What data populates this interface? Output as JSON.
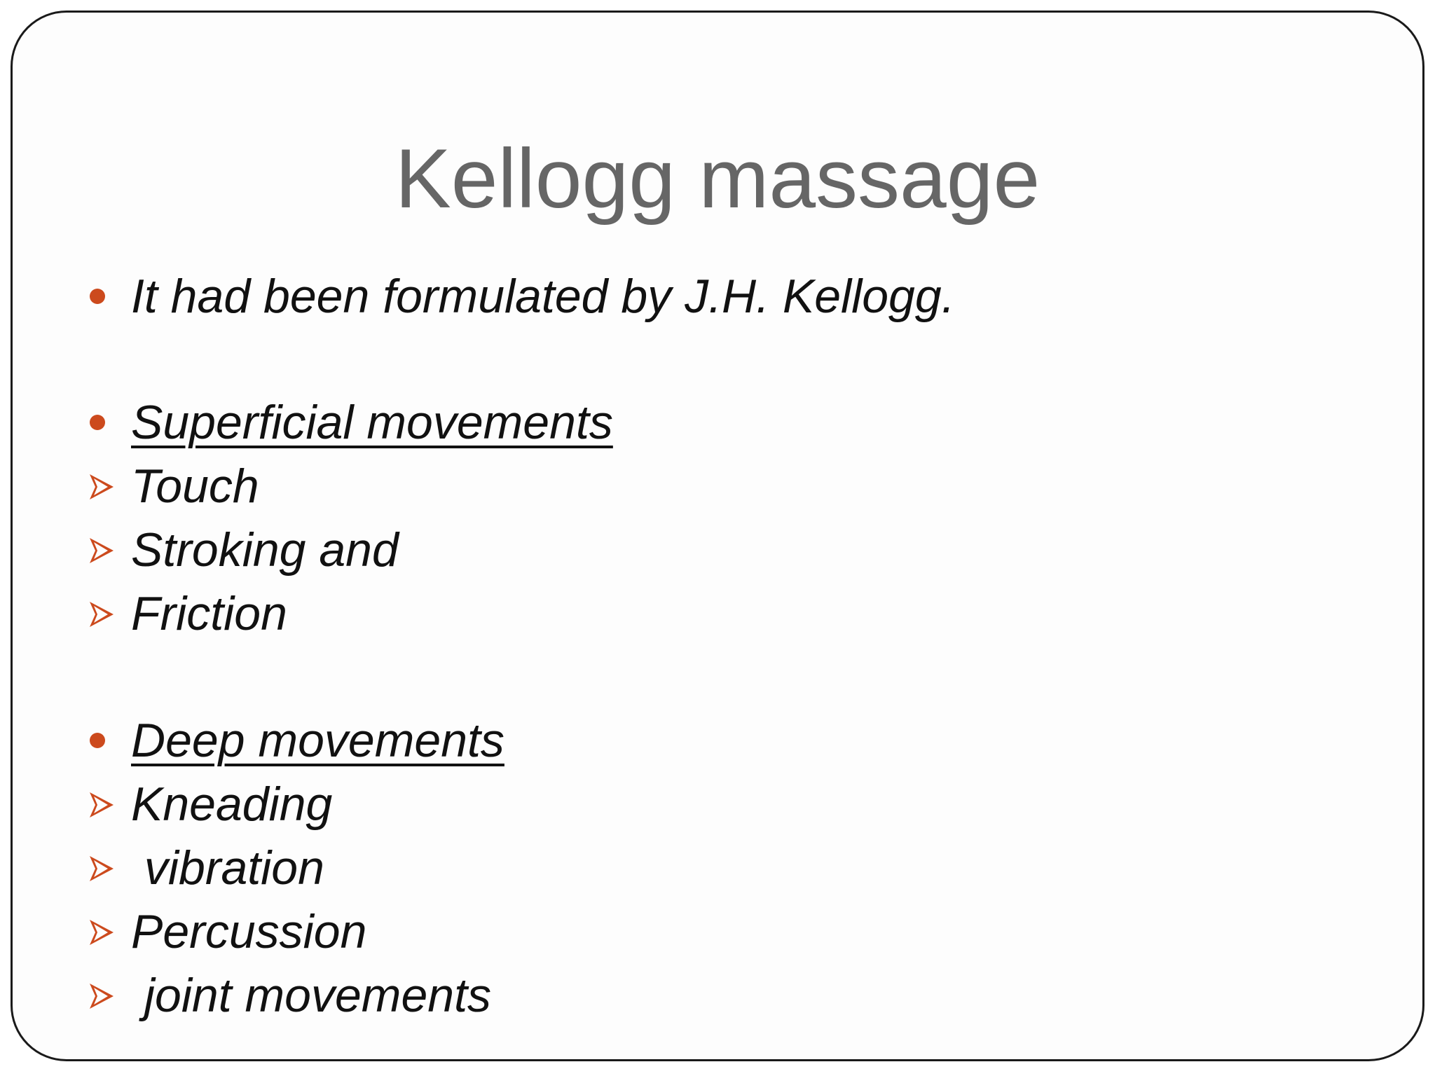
{
  "colors": {
    "accent": "#cc4a1d",
    "title": "#666666",
    "text": "#111111",
    "border": "#1a1a1a"
  },
  "slide": {
    "title": "Kellogg massage",
    "intro": "It had been formulated by J.H. Kellogg.",
    "sections": [
      {
        "heading": "Superficial movements",
        "items": [
          "Touch",
          "Stroking and",
          "Friction"
        ]
      },
      {
        "heading": "Deep movements",
        "items": [
          "Kneading",
          " vibration",
          "Percussion",
          " joint movements"
        ]
      }
    ]
  }
}
